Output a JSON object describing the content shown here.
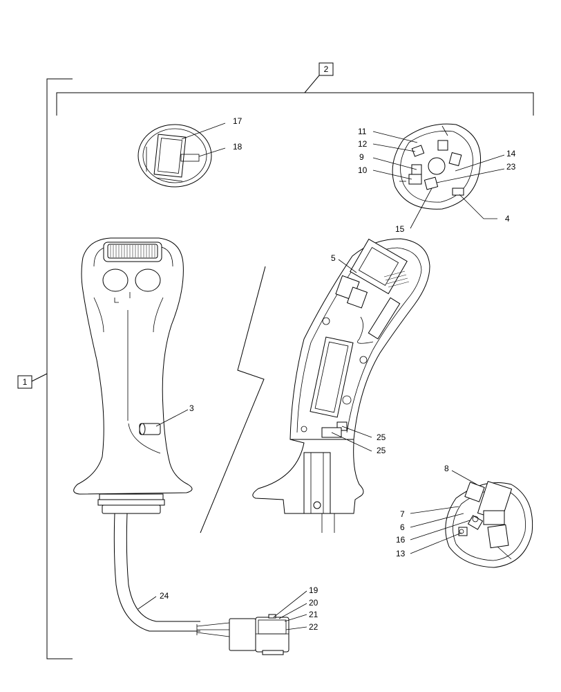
{
  "groups": {
    "group1": "1",
    "group2": "2"
  },
  "callouts": {
    "c3": "3",
    "c4": "4",
    "c5": "5",
    "c6": "6",
    "c7": "7",
    "c8": "8",
    "c9": "9",
    "c10": "10",
    "c11": "11",
    "c12": "12",
    "c13": "13",
    "c14": "14",
    "c15": "15",
    "c16": "16",
    "c17": "17",
    "c18": "18",
    "c19": "19",
    "c20": "20",
    "c21": "21",
    "c22": "22",
    "c23": "23",
    "c24": "24",
    "c25a": "25",
    "c25b": "25"
  }
}
